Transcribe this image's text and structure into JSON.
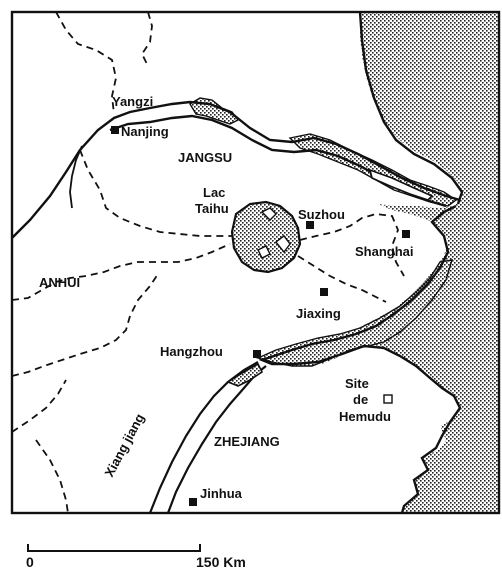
{
  "map": {
    "regions": {
      "jiangsu": "JANGSU",
      "anhui": "ANHUI",
      "zhejiang": "ZHEJIANG"
    },
    "rivers": {
      "yangzi": "Yangzi",
      "xiang_jiang": "Xiang jiang"
    },
    "lake": {
      "line1": "Lac",
      "line2": "Taihu"
    },
    "cities": {
      "nanjing": "Nanjing",
      "suzhou": "Suzhou",
      "shanghai": "Shanghai",
      "jiaxing": "Jiaxing",
      "hangzhou": "Hangzhou",
      "jinhua": "Jinhua"
    },
    "site": {
      "line1": "Site",
      "line2": "de",
      "line3": "Hemudu"
    },
    "scale": {
      "zero": "0",
      "end": "150 Km"
    },
    "colors": {
      "ink": "#111111",
      "paper": "#ffffff"
    }
  }
}
